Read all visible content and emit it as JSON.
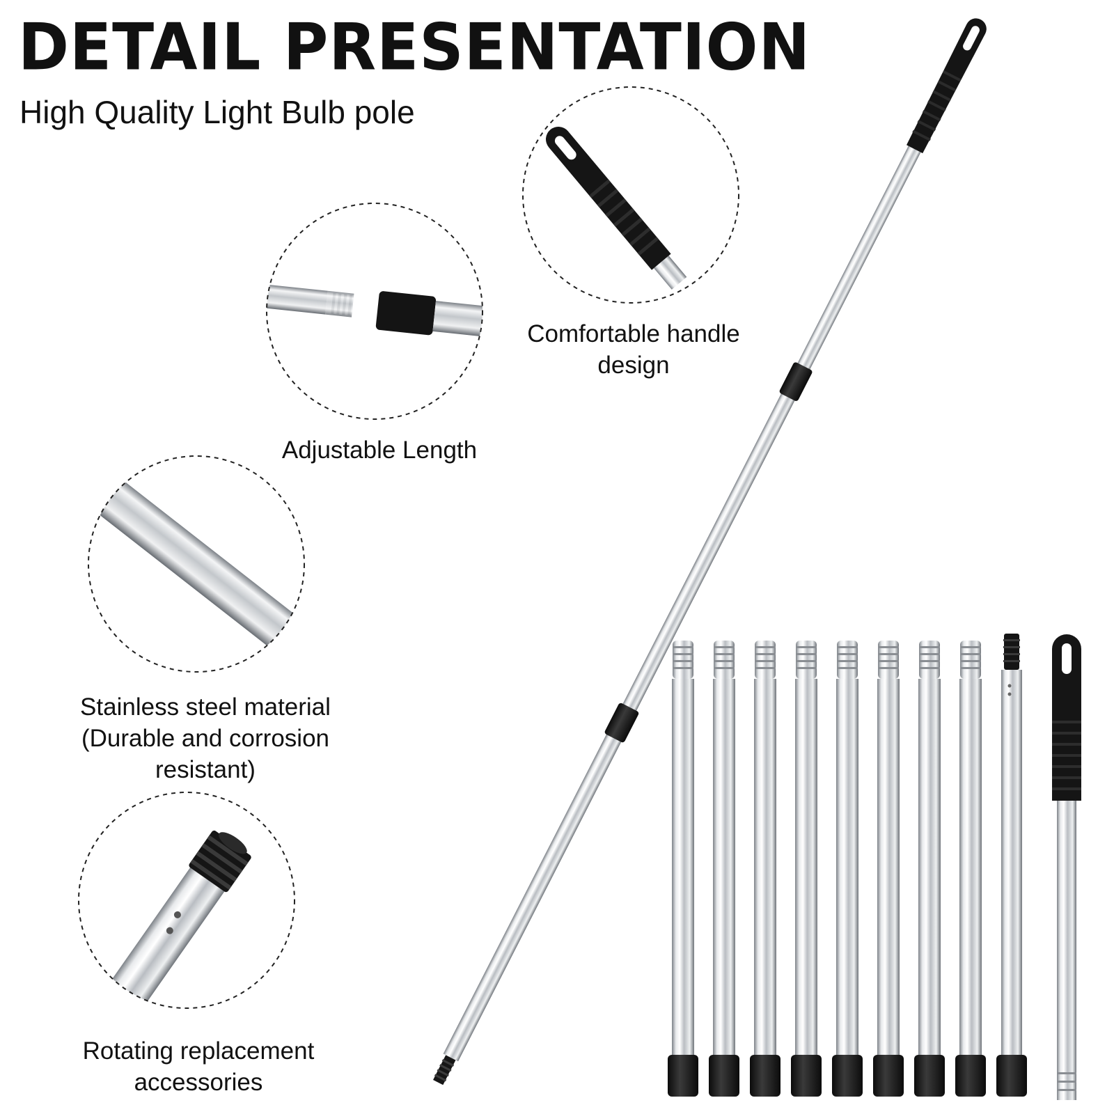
{
  "header": {
    "title": "DETAIL PRESENTATION",
    "subtitle": "High Quality Light Bulb pole"
  },
  "features": [
    {
      "icon": "pole-handle-icon",
      "lines": [
        "Comfortable handle",
        "design"
      ]
    },
    {
      "icon": "pole-joint-icon",
      "lines": [
        "Adjustable Length"
      ]
    },
    {
      "icon": "steel-tube-icon",
      "lines": [
        "Stainless steel material",
        "(Durable and corrosion",
        "resistant)"
      ]
    },
    {
      "icon": "threaded-tip-icon",
      "lines": [
        "Rotating replacement",
        "accessories"
      ]
    }
  ],
  "parts": {
    "segment_count": 8,
    "threaded_tip_count": 1,
    "handle_count": 1
  },
  "colors": {
    "steel": "#c9ccd0",
    "rubber": "#161616",
    "dashed_circle": "#222222"
  }
}
